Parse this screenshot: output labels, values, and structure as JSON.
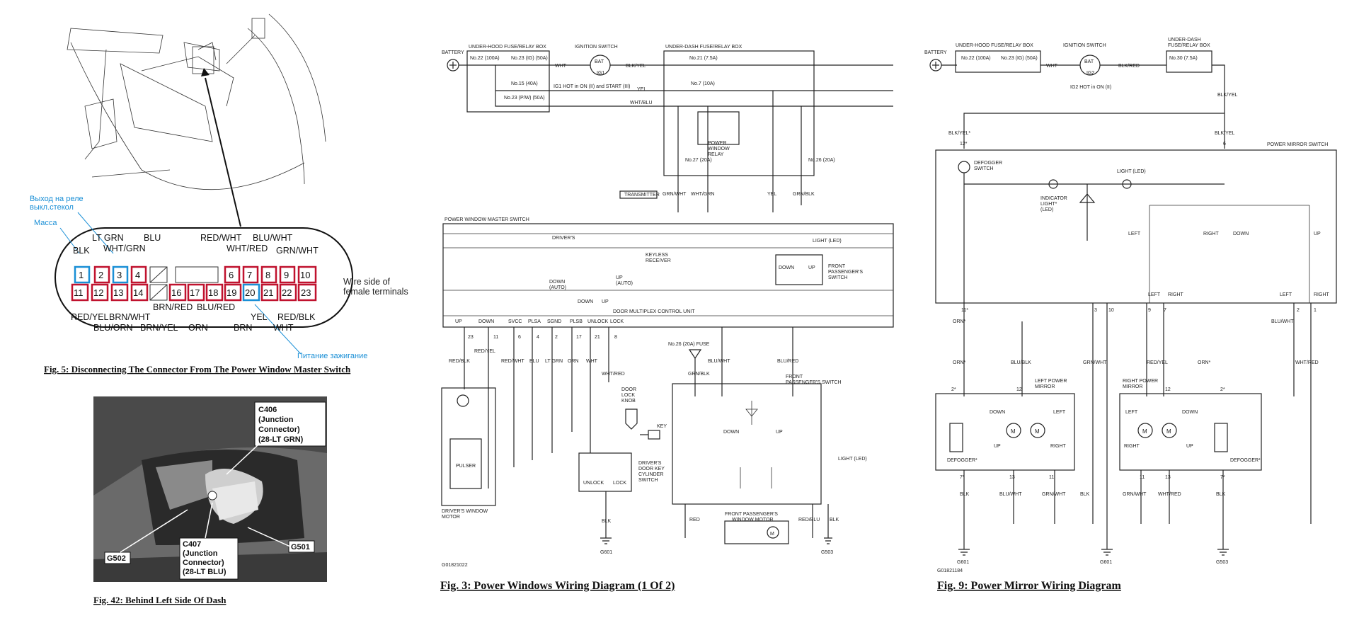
{
  "fig5": {
    "caption": "Fig. 5: Disconnecting The Connector From The Power Window Master Switch",
    "annotations": {
      "relay_output_line1": "Выход на реле",
      "relay_output_line2": "выкл.стекол",
      "ground": "Масса",
      "ignition_power": "Питание зажигание"
    },
    "wire_side_line1": "Wire side of",
    "wire_side_line2": "female terminals",
    "top_pins": [
      "1",
      "2",
      "3",
      "4",
      "6",
      "7",
      "8",
      "9",
      "10"
    ],
    "bottom_pins": [
      "11",
      "12",
      "13",
      "14",
      "16",
      "17",
      "18",
      "19",
      "20",
      "21",
      "22",
      "23"
    ],
    "wire_labels_top": {
      "blk": "BLK",
      "lt_grn": "LT GRN",
      "wht_grn": "WHT/GRN",
      "blu": "BLU",
      "red_wht": "RED/WHT",
      "wht_red": "WHT/RED",
      "blu_wht": "BLU/WHT",
      "grn_wht": "GRN/WHT"
    },
    "wire_labels_bottom": {
      "red_yel": "RED/YEL",
      "blu_orn": "BLU/ORN",
      "brn_wht": "BRN/WHT",
      "brn_yel": "BRN/YEL",
      "brn_red": "BRN/RED",
      "blu_red": "BLU/RED",
      "orn": "ORN",
      "brn": "BRN",
      "yel": "YEL",
      "wht": "WHT",
      "red_blk": "RED/BLK"
    },
    "colors": {
      "highlight_red": "#c0122e",
      "highlight_blue": "#1a8fd6"
    }
  },
  "fig42": {
    "caption": "Fig. 42: Behind Left Side Of Dash",
    "c406": [
      "C406",
      "(Junction",
      "Connector)",
      "(28-LT GRN)"
    ],
    "c407": [
      "C407",
      "(Junction",
      "Connector)",
      "(28-LT BLU)"
    ],
    "g502": "G502",
    "g501": "G501"
  },
  "fig3": {
    "caption": "Fig. 3: Power Windows Wiring Diagram (1 Of 2)",
    "battery": "BATTERY",
    "under_hood": "UNDER-HOOD FUSE/RELAY BOX",
    "ignition_switch": "IGNITION SWITCH",
    "under_dash": "UNDER-DASH FUSE/RELAY BOX",
    "fuse_22": "No.22 (100A)",
    "fuse_23": "No.23 (IG) (50A)",
    "fuse_15": "No.15 (40A)",
    "fuse_23pw": "No.23 (P/W) (50A)",
    "fuse_21": "No.21 (7.5A)",
    "fuse_7": "No.7 (10A)",
    "fuse_27": "No.27 (20A)",
    "fuse_26": "No.26 (20A)",
    "fuse_26b": "No.26 (20A) FUSE",
    "bat": "BAT",
    "ig1": "IG1",
    "ig1_note": "IG1 HOT in ON (II) and START (III)",
    "wht": "WHT",
    "blk_yel": "BLK/YEL",
    "yel": "YEL",
    "wht_blu": "WHT/BLU",
    "pw_relay": [
      "POWER",
      "WINDOW",
      "RELAY"
    ],
    "transmitter": "TRANSMITTER",
    "keyless": [
      "KEYLESS",
      "RECEIVER"
    ],
    "master_switch": "POWER WINDOW MASTER SWITCH",
    "drivers": "DRIVER'S",
    "light_led": "LIGHT (LED)",
    "down_auto": [
      "DOWN",
      "(AUTO)"
    ],
    "up_auto": [
      "UP",
      "(AUTO)"
    ],
    "down": "DOWN",
    "up": "UP",
    "front_pass_switch": [
      "FRONT",
      "PASSENGER'S",
      "SWITCH"
    ],
    "door_mux": "DOOR MULTIPLEX CONTROL UNIT",
    "pin_labels": [
      "UP",
      "DOWN",
      "SVCC",
      "PLSA",
      "SGND",
      "PLSB",
      "UNLOCK",
      "LOCK"
    ],
    "pin_nums": [
      "23",
      "11",
      "6",
      "4",
      "2",
      "17",
      "21",
      "8"
    ],
    "wire_cols": [
      "RED/BLK",
      "RED/YEL",
      "RED/WHT",
      "BLU",
      "LT GRN",
      "ORN",
      "WHT",
      "WHT/RED"
    ],
    "grn_wht": "GRN/WHT",
    "wht_grn": "WHT/GRN",
    "grn_blk": "GRN/BLK",
    "blu_wht": "BLU/WHT",
    "blu_red": "BLU/RED",
    "red": "RED",
    "red_blu": "RED/BLU",
    "blk": "BLK",
    "pulser": "PULSER",
    "drivers_motor": [
      "DRIVER'S WINDOW",
      "MOTOR"
    ],
    "door_lock_knob": [
      "DOOR",
      "LOCK",
      "KNOB"
    ],
    "key": "KEY",
    "unlock": "UNLOCK",
    "lock": "LOCK",
    "key_cyl": [
      "DRIVER'S",
      "DOOR KEY",
      "CYLINDER",
      "SWITCH"
    ],
    "front_pass_sw2": [
      "FRONT",
      "PASSENGER'S SWITCH"
    ],
    "front_motor": [
      "FRONT PASSENGER'S",
      "WINDOW MOTOR"
    ],
    "g601": "G601",
    "g503": "G503",
    "code": "G01821022"
  },
  "fig9": {
    "caption": "Fig. 9: Power Mirror Wiring Diagram",
    "battery": "BATTERY",
    "under_hood": "UNDER-HOOD FUSE/RELAY BOX",
    "ignition_switch": "IGNITION SWITCH",
    "under_dash": [
      "UNDER-DASH",
      "FUSE/RELAY BOX"
    ],
    "fuse_22": "No.22 (100A)",
    "fuse_23": "No.23 (IG) (50A)",
    "fuse_30": "No.30 (7.5A)",
    "bat": "BAT",
    "ig2": "IG2",
    "ig2_note": "IG2 HOT in ON (II)",
    "wht": "WHT",
    "blk_red": "BLK/RED",
    "blk_yel": "BLK/YEL",
    "blk_yel_star": "BLK/YEL*",
    "pms": "POWER MIRROR SWITCH",
    "defogger_switch": [
      "DEFOGGER",
      "SWITCH"
    ],
    "indicator": [
      "INDICATOR",
      "LIGHT*",
      "(LED)"
    ],
    "light_led": "LIGHT (LED)",
    "left": "LEFT",
    "right": "RIGHT",
    "down": "DOWN",
    "up": "UP",
    "orn_star": "ORN*",
    "blu_blk": "BLU/BLK",
    "grn_wht": "GRN/WHT",
    "red_yel": "RED/YEL",
    "blu_wht": "BLU/WHT",
    "wht_red": "WHT/RED",
    "left_mirror": [
      "LEFT POWER",
      "MIRROR"
    ],
    "right_mirror": [
      "RIGHT POWER",
      "MIRROR"
    ],
    "defogger_star": "DEFOGGER*",
    "blk": "BLK",
    "g601": "G601",
    "g503": "G503",
    "code": "G01821184",
    "pins": {
      "p12s": "12*",
      "p6": "6",
      "p11s": "11*",
      "p3": "3",
      "p10": "10",
      "p9": "9",
      "p7": "7",
      "p2": "2",
      "p1": "1",
      "p2s": "2*",
      "p12": "12",
      "p7s": "7*",
      "p13": "13",
      "p11": "11"
    }
  }
}
